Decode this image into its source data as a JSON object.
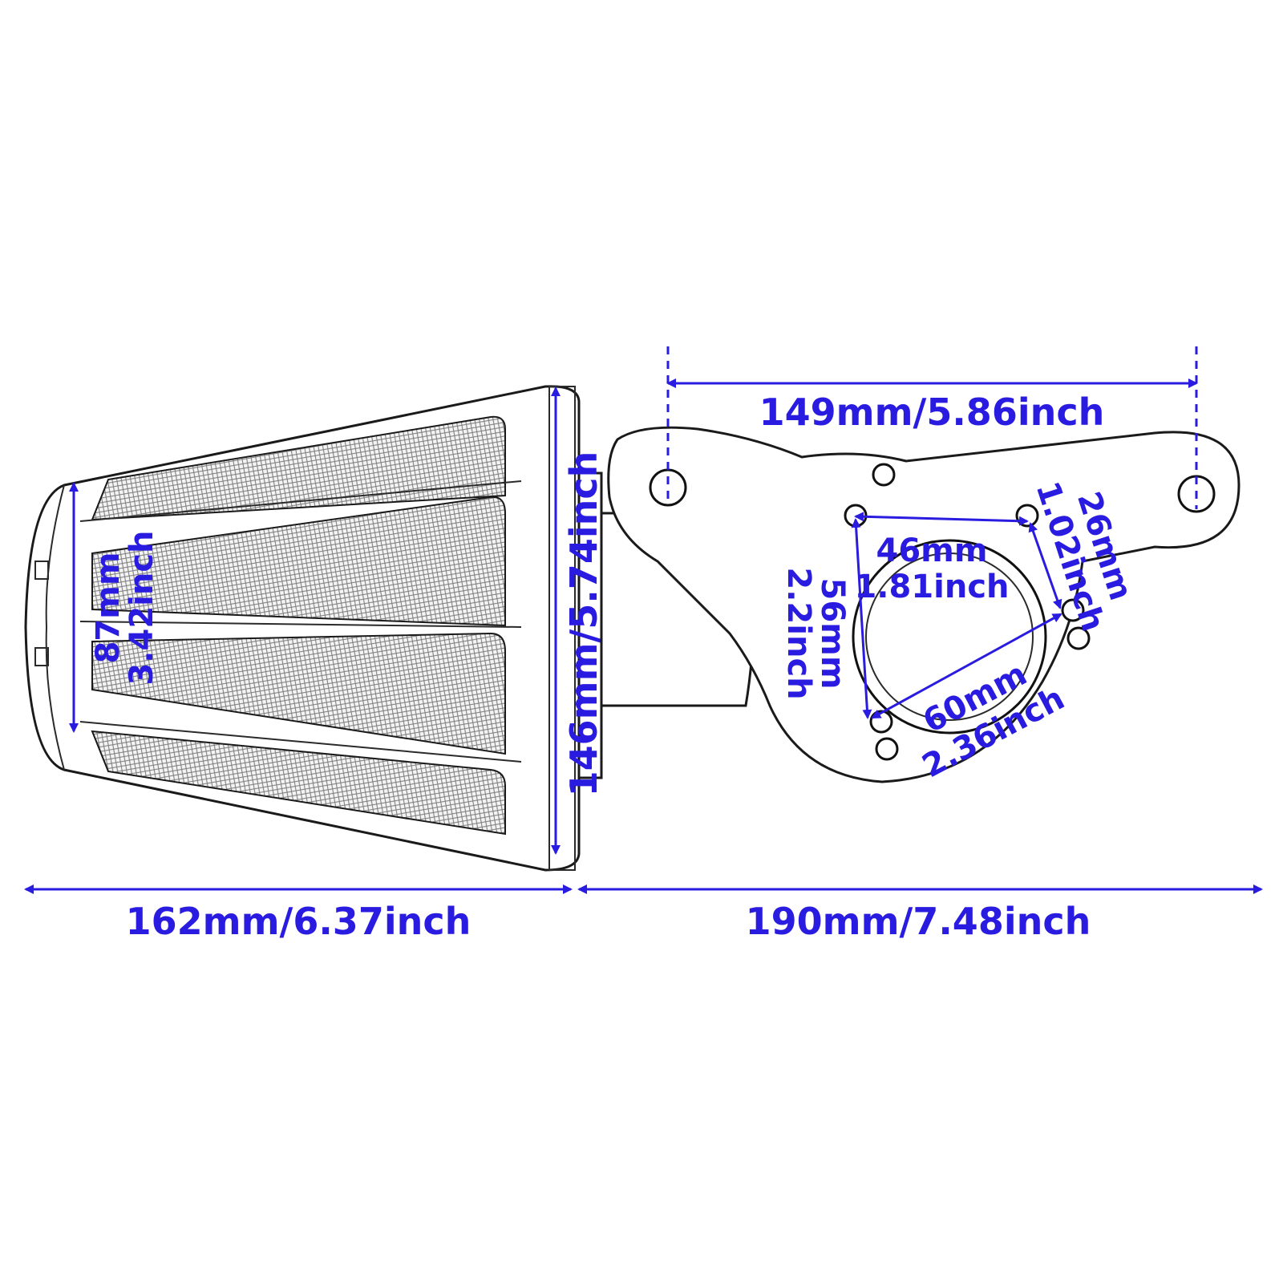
{
  "colors": {
    "dimension": "#2a1be0",
    "outline": "#1a1a1a",
    "background": "#ffffff"
  },
  "dimensions": {
    "top_hole_span": "149mm/5.86inch",
    "filter_height": "146mm/5.74inch",
    "end_cap_mm": "87mm",
    "end_cap_inch": "3.42inch",
    "hole_spacing_46_mm": "46mm",
    "hole_spacing_46_inch": "1.81inch",
    "hole_spacing_26_mm": "26mm",
    "hole_spacing_26_inch": "1.02inch",
    "hole_spacing_56_mm": "56mm",
    "hole_spacing_56_inch": "2.2inch",
    "hole_spacing_60_mm": "60mm",
    "hole_spacing_60_inch": "2.36inch",
    "filter_length": "162mm/6.37inch",
    "bracket_length": "190mm/7.48inch"
  }
}
